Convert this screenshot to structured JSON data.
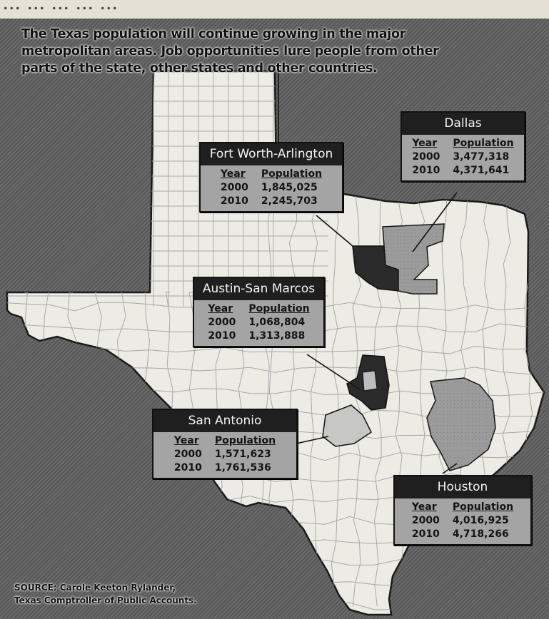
{
  "caption": "The Texas population will continue growing in the major metropolitan areas. Job opportunities lure people from other parts of the state, other states and other countries.",
  "source": [
    "SOURCE: Carole Keeton Rylander,",
    "Texas Comptroller of Public Accounts."
  ],
  "clipped_heading_text": "... ... ... ... ...",
  "colors": {
    "background": "#5f5f5f",
    "state": "#ecebe4",
    "county_lines": "#a8a8a8",
    "label_header": "#1f1f1f",
    "label_body": "#a4a4a4",
    "metro_dark": "#2a2a2a",
    "metro_gray": "#9c9c9c",
    "metro_light": "#c7c7c4"
  },
  "table_headers": {
    "year": "Year",
    "population": "Population"
  },
  "metros": [
    {
      "name": "Fort Worth-Arlington",
      "rows": [
        {
          "year": "2000",
          "population": "1,845,025"
        },
        {
          "year": "2010",
          "population": "2,245,703"
        }
      ]
    },
    {
      "name": "Dallas",
      "rows": [
        {
          "year": "2000",
          "population": "3,477,318"
        },
        {
          "year": "2010",
          "population": "4,371,641"
        }
      ]
    },
    {
      "name": "Austin-San Marcos",
      "rows": [
        {
          "year": "2000",
          "population": "1,068,804"
        },
        {
          "year": "2010",
          "population": "1,313,888"
        }
      ]
    },
    {
      "name": "San Antonio",
      "rows": [
        {
          "year": "2000",
          "population": "1,571,623"
        },
        {
          "year": "2010",
          "population": "1,761,536"
        }
      ]
    },
    {
      "name": "Houston",
      "rows": [
        {
          "year": "2000",
          "population": "4,016,925"
        },
        {
          "year": "2010",
          "population": "4,718,266"
        }
      ]
    }
  ]
}
